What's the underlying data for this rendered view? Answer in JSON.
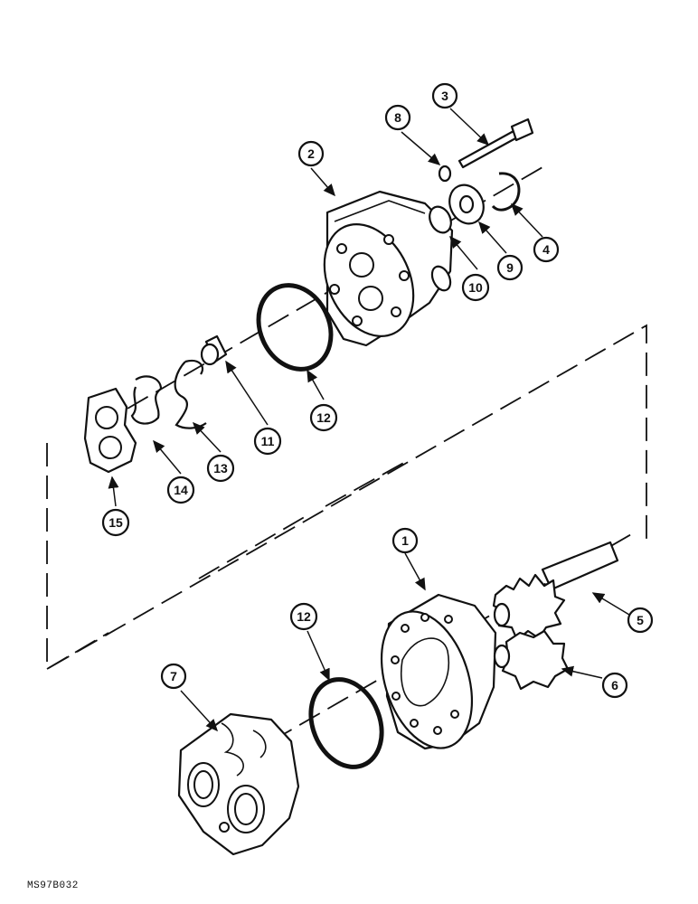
{
  "figure_code": "MS97B032",
  "callouts": [
    {
      "id": "c1",
      "label": "1"
    },
    {
      "id": "c2",
      "label": "2"
    },
    {
      "id": "c3",
      "label": "3"
    },
    {
      "id": "c4",
      "label": "4"
    },
    {
      "id": "c5",
      "label": "5"
    },
    {
      "id": "c6",
      "label": "6"
    },
    {
      "id": "c7",
      "label": "7"
    },
    {
      "id": "c8",
      "label": "8"
    },
    {
      "id": "c9",
      "label": "9"
    },
    {
      "id": "c10",
      "label": "10"
    },
    {
      "id": "c11",
      "label": "11"
    },
    {
      "id": "c12a",
      "label": "12"
    },
    {
      "id": "c12b",
      "label": "12"
    },
    {
      "id": "c13",
      "label": "13"
    },
    {
      "id": "c14",
      "label": "14"
    },
    {
      "id": "c15",
      "label": "15"
    }
  ],
  "colors": {
    "ink": "#111111",
    "paper": "#ffffff"
  }
}
